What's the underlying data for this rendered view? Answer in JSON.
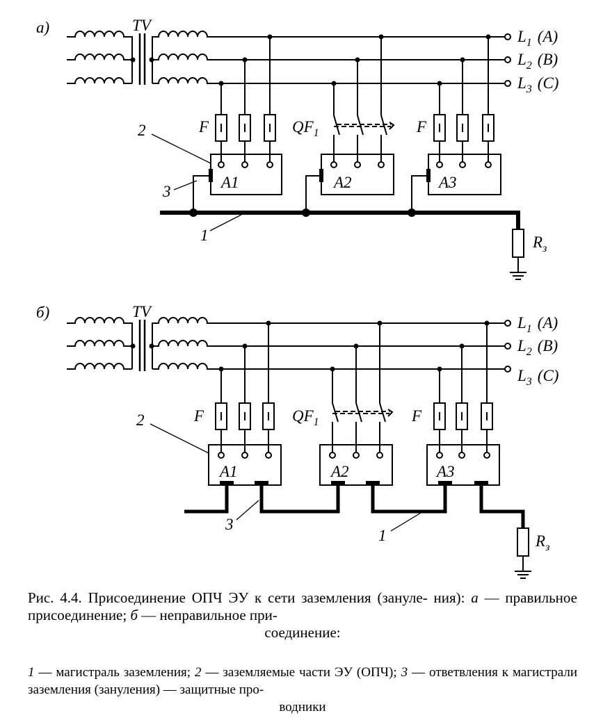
{
  "panel_a": {
    "label": "а)",
    "transformer": "TV",
    "phases": [
      {
        "name": "L",
        "sub": "1",
        "tag": "(A)"
      },
      {
        "name": "L",
        "sub": "2",
        "tag": "(B)"
      },
      {
        "name": "L",
        "sub": "3",
        "tag": "(C)"
      }
    ],
    "fuse_label": "F",
    "breaker_label": "QF",
    "breaker_sub": "1",
    "devices": [
      "A1",
      "A2",
      "A3"
    ],
    "resistor_label": "R",
    "resistor_sub": "з",
    "callouts": [
      "1",
      "2",
      "3"
    ]
  },
  "panel_b": {
    "label": "б)",
    "transformer": "TV",
    "phases": [
      {
        "name": "L",
        "sub": "1",
        "tag": "(A)"
      },
      {
        "name": "L",
        "sub": "2",
        "tag": "(B)"
      },
      {
        "name": "L",
        "sub": "3",
        "tag": "(C)"
      }
    ],
    "fuse_label": "F",
    "breaker_label": "QF",
    "breaker_sub": "1",
    "devices": [
      "A1",
      "A2",
      "A3"
    ],
    "resistor_label": "R",
    "resistor_sub": "з",
    "callouts": [
      "1",
      "2",
      "3"
    ]
  },
  "caption": {
    "line1": "Рис. 4.4. Присоединение ОПЧ ЭУ к сети заземления (зануле-",
    "line2_pre": "ния): ",
    "line2_a": "а",
    "line2_mid": " — правильное присоединение; ",
    "line2_b": "б",
    "line2_post": " — неправильное при-",
    "line3": "соединение:"
  },
  "legend": {
    "n1": "1",
    "t1": " — магистраль заземления; ",
    "n2": "2",
    "t2": " — заземляемые части ЭУ (ОПЧ); ",
    "n3": "3",
    "t3": " —",
    "line2": "ответвления к магистрали заземления (зануления) — защитные про-",
    "line3": "водники"
  }
}
